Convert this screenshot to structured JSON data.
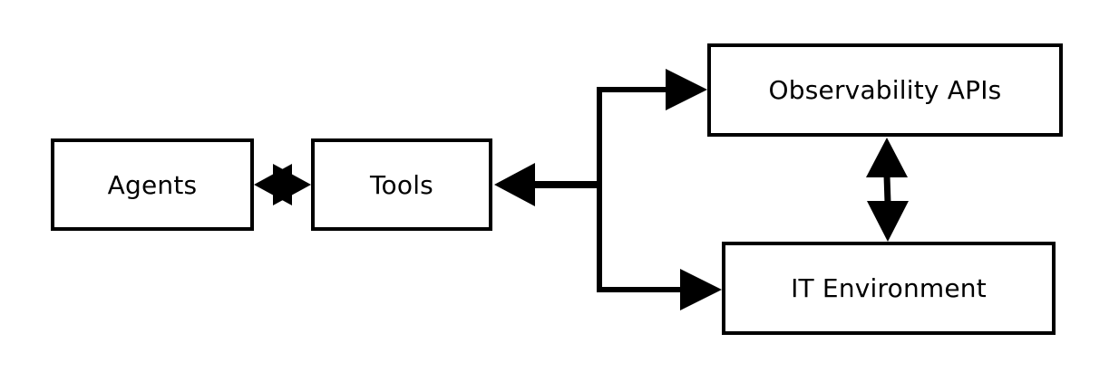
{
  "nodes": {
    "agents": {
      "label": "Agents"
    },
    "tools": {
      "label": "Tools"
    },
    "observability_apis": {
      "label": "Observability APIs"
    },
    "it_environment": {
      "label": "IT Environment"
    }
  },
  "edges": [
    {
      "from": "agents",
      "to": "tools",
      "direction": "bidirectional"
    },
    {
      "from": "tools",
      "to": "observability_apis",
      "direction": "bidirectional"
    },
    {
      "from": "tools",
      "to": "it_environment",
      "direction": "bidirectional"
    },
    {
      "from": "observability_apis",
      "to": "it_environment",
      "direction": "bidirectional"
    }
  ],
  "colors": {
    "stroke": "#000000",
    "fill": "#ffffff"
  }
}
